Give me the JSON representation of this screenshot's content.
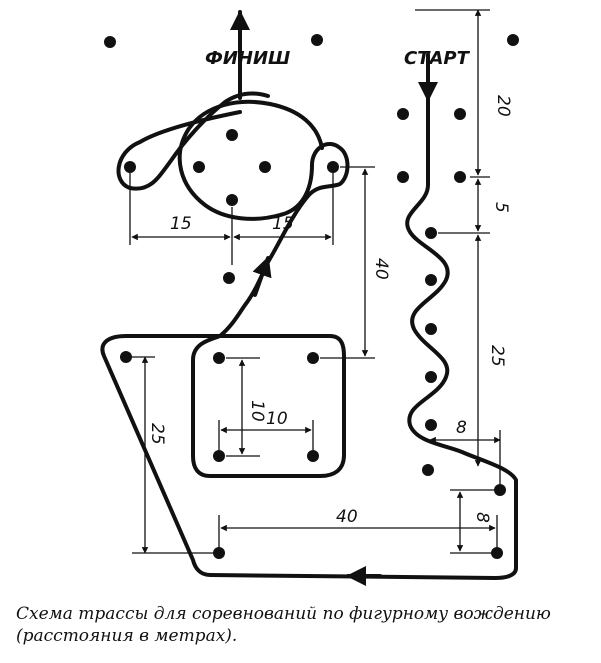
{
  "labels": {
    "finish": "ФИНИШ",
    "start": "СТАРТ"
  },
  "dimensions": {
    "d20": "20",
    "d5": "5",
    "d25_right": "25",
    "d8_top": "8",
    "d8_side": "8",
    "d40_bottom": "40",
    "d40_mid": "40",
    "d15_left": "15",
    "d15_right": "15",
    "d10_vert": "10",
    "d10_horiz": "10",
    "d25_left": "25"
  },
  "caption": "Схема трассы для соревнований по фигурному вождению (расстояния в метрах).",
  "colors": {
    "ink": "#111111",
    "background": "#ffffff"
  }
}
